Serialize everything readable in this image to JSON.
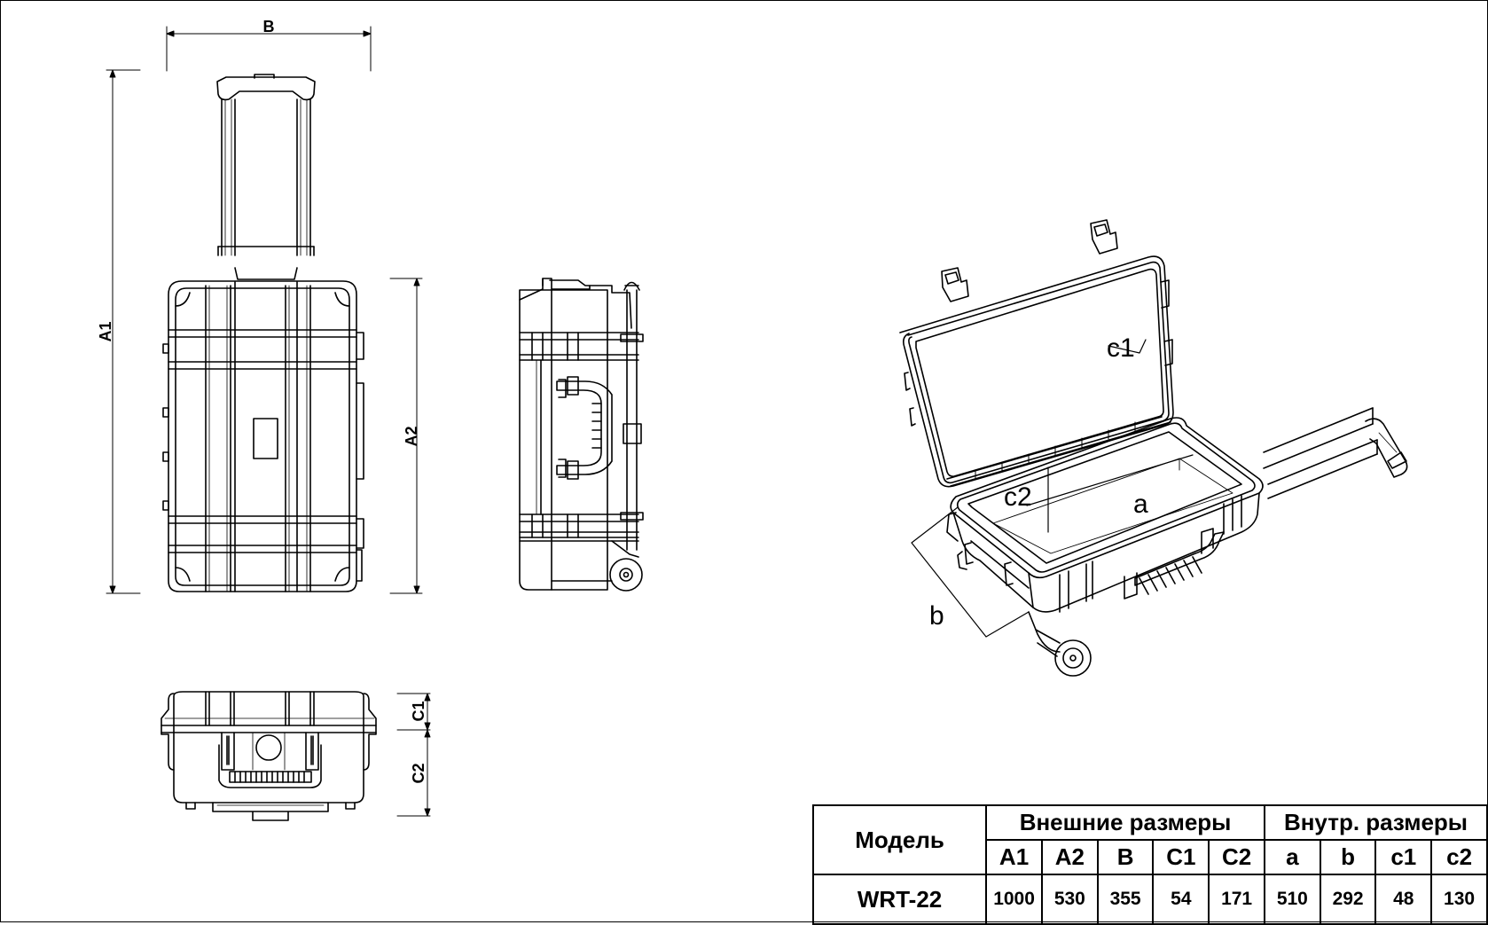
{
  "labels": {
    "B": "B",
    "A1": "A1",
    "A2": "A2",
    "C1": "C1",
    "C2": "C2",
    "c1": "c1",
    "c2": "c2",
    "a": "a",
    "b": "b"
  },
  "table": {
    "model_header": "Модель",
    "external_header": "Внешние размеры",
    "internal_header": "Внутр. размеры",
    "columns": [
      "A1",
      "A2",
      "B",
      "C1",
      "C2",
      "a",
      "b",
      "c1",
      "c2"
    ],
    "rows": [
      {
        "model": "WRT-22",
        "values": [
          "1000",
          "530",
          "355",
          "54",
          "171",
          "510",
          "292",
          "48",
          "130"
        ]
      }
    ]
  }
}
